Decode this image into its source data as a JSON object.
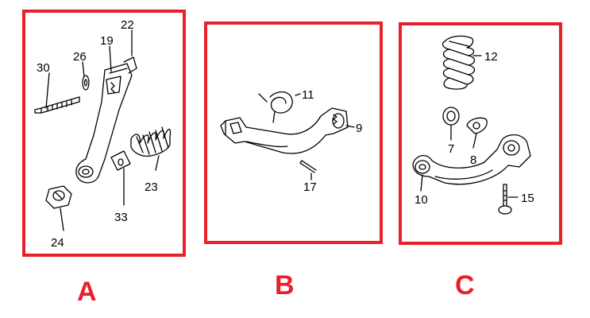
{
  "panels": {
    "a": {
      "label": "A",
      "callouts": [
        "22",
        "19",
        "26",
        "30",
        "23",
        "33",
        "24"
      ]
    },
    "b": {
      "label": "B",
      "callouts": [
        "11",
        "9",
        "17"
      ]
    },
    "c": {
      "label": "C",
      "callouts": [
        "12",
        "7",
        "8",
        "10",
        "15"
      ]
    }
  },
  "colors": {
    "frame": "#e8202a",
    "ink": "#000000"
  }
}
